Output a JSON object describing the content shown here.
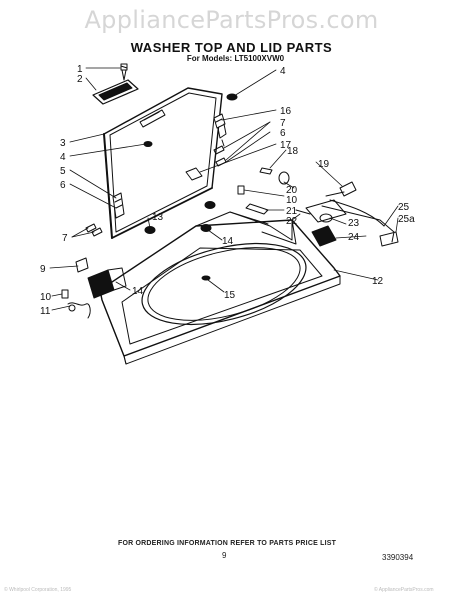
{
  "watermark": "AppliancePartsPros.com",
  "title": "WASHER TOP AND LID PARTS",
  "subtitle": "For Models: LT5100XVW0",
  "footer": {
    "ordering_note": "FOR ORDERING INFORMATION REFER TO PARTS PRICE LIST",
    "page_number": "9",
    "document_number": "3390394",
    "left_mark": "© Whirlpool Corporation, 1995",
    "right_mark": "© AppliancePartsPros.com"
  },
  "callouts": [
    "1",
    "2",
    "3",
    "4",
    "4",
    "16",
    "5",
    "6",
    "7",
    "6",
    "17",
    "18",
    "19",
    "20",
    "10",
    "21",
    "22",
    "23",
    "24",
    "25",
    "25a",
    "13",
    "7",
    "14",
    "9",
    "14",
    "12",
    "15",
    "10",
    "11"
  ]
}
